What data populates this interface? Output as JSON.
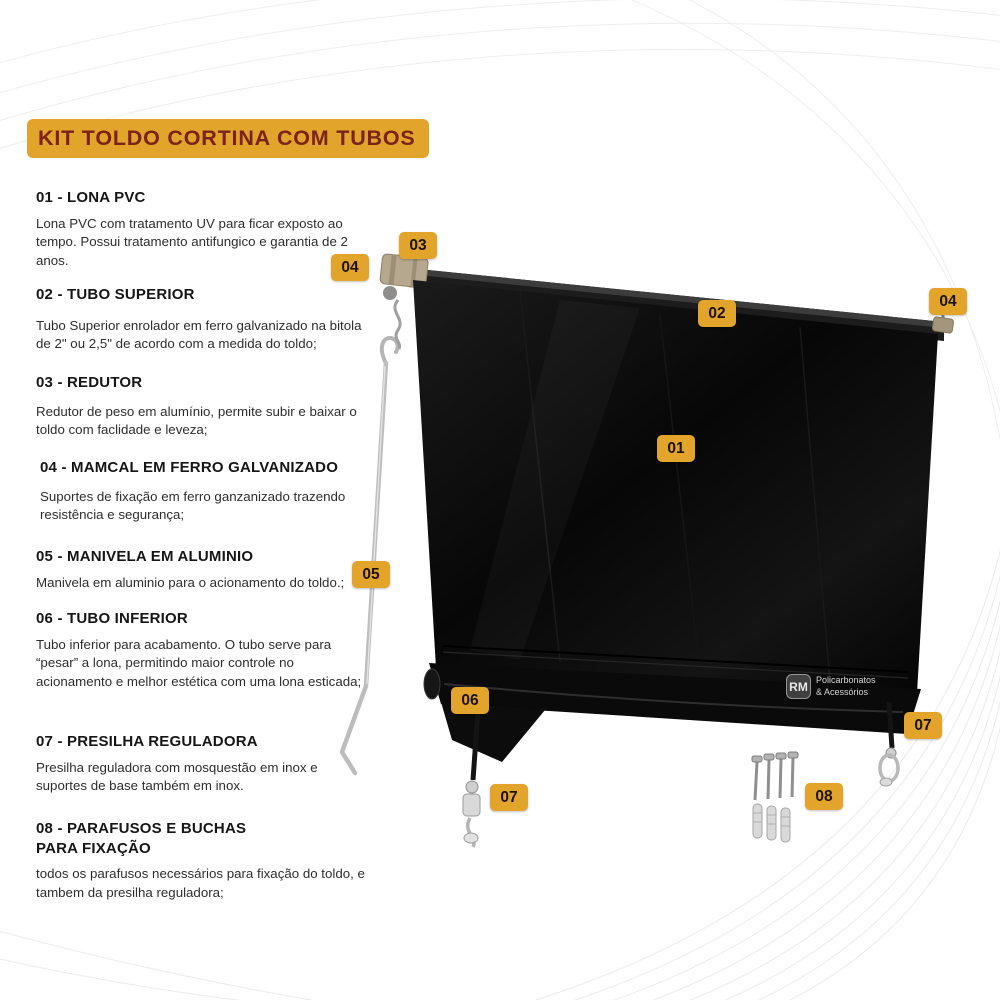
{
  "title": "KIT TOLDO CORTINA COM TUBOS",
  "items": [
    {
      "heading": "01 - LONA PVC",
      "body": "Lona PVC com tratamento UV para ficar exposto ao tempo. Possui tratamento antifungico e garantia de 2 anos."
    },
    {
      "heading": "02 - TUBO SUPERIOR",
      "body": "Tubo Superior enrolador em ferro galvanizado na bitola de 2\" ou 2,5\" de acordo com a medida do toldo;"
    },
    {
      "heading": "03 - REDUTOR",
      "body": "Redutor de peso em alumínio, permite subir e baixar o toldo com faclidade e leveza;"
    },
    {
      "heading": "04 - MAMCAL  EM FERRO GALVANIZADO",
      "body": "Suportes de fixação em ferro ganzanizado trazendo resistência e segurança;"
    },
    {
      "heading": "05 - MANIVELA EM ALUMINIO",
      "body": "Manivela em aluminio para o acionamento do toldo.;"
    },
    {
      "heading": "06 - TUBO INFERIOR",
      "body": "Tubo inferior para acabamento. O tubo serve para “pesar” a lona, permitindo maior controle no acionamento e melhor estética com uma lona esticada;"
    },
    {
      "heading": "07 - PRESILHA REGULADORA",
      "body": "Presilha reguladora com mosquestão em inox e suportes de base também em inox."
    },
    {
      "heading": "08 - PARAFUSOS E BUCHAS PARA FIXAÇÃO",
      "body": "todos os parafusos necessários para fixação do toldo, e tambem da presilha reguladora;"
    }
  ],
  "badges": [
    {
      "part": "redutor",
      "label": "03"
    },
    {
      "part": "mamcal-esquerdo",
      "label": "04"
    },
    {
      "part": "tubo-superior",
      "label": "02"
    },
    {
      "part": "mamcal-direito",
      "label": "04"
    },
    {
      "part": "lona-pvc",
      "label": "01"
    },
    {
      "part": "manivela",
      "label": "05"
    },
    {
      "part": "tubo-inferior",
      "label": "06"
    },
    {
      "part": "presilha-esquerda",
      "label": "07"
    },
    {
      "part": "presilha-direita",
      "label": "07"
    },
    {
      "part": "parafusos-e-buchas",
      "label": "08"
    }
  ],
  "watermark": {
    "initials": "RM",
    "line1": "Policarbonatos",
    "line2": "& Acessórios"
  },
  "colors": {
    "accent_yellow": "#E2A42B",
    "title_text": "#7B2318",
    "tarp_black": "#0B0B0B",
    "body_text": "#2E2E2E"
  }
}
